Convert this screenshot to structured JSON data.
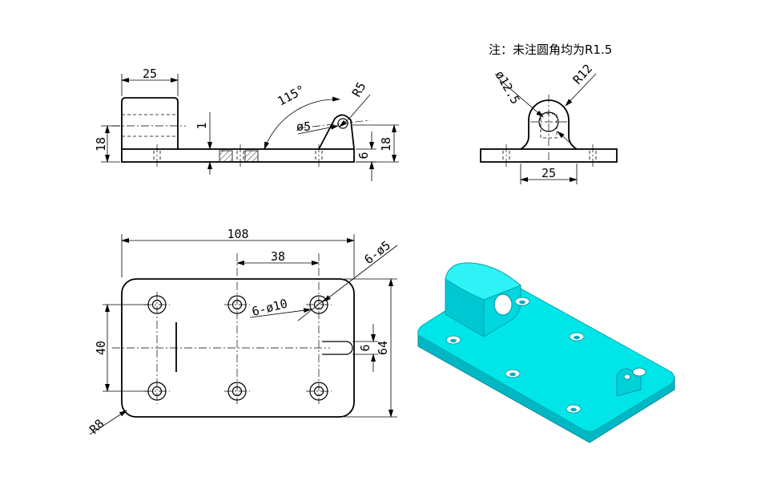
{
  "note": "注：未注圆角均为R1.5",
  "front_view": {
    "dim_width": "25",
    "dim_height_left": "18",
    "dim_gap": "1",
    "angle": "115°",
    "radius": "R5",
    "hole": "ø5",
    "dim_plate": "6",
    "dim_height_right": "18"
  },
  "side_view": {
    "hole": "ø12.5",
    "radius": "R12",
    "width": "25"
  },
  "top_view": {
    "length": "108",
    "pitch": "38",
    "holes": "6-ø5",
    "counterbore": "6-ø10",
    "spacing": "40",
    "slot": "6",
    "height": "64",
    "corner": "R8"
  },
  "colors": {
    "line": "#000000",
    "model": "#00e5e8",
    "model_shade": "#00b8c4"
  }
}
